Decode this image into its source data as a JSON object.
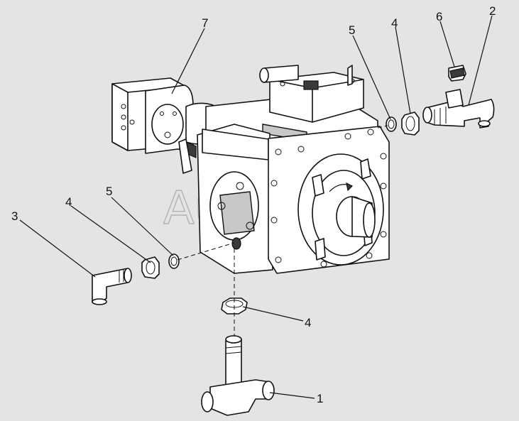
{
  "watermark": "AutoSoft",
  "callouts": {
    "c1": "1",
    "c2": "2",
    "c3": "3",
    "c4a": "4",
    "c4b": "4",
    "c4c": "4",
    "c5a": "5",
    "c5b": "5",
    "c6": "6",
    "c7": "7"
  },
  "colors": {
    "background": "#e4e4e4",
    "line": "#111111",
    "fill": "#ffffff",
    "shade": "#c8c8c8"
  }
}
